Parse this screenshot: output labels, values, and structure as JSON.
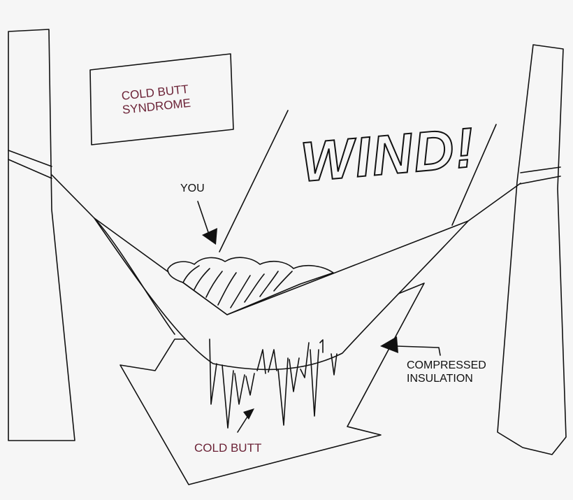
{
  "sign": {
    "line1": "COLD BUTT",
    "line2": "SYNDROME"
  },
  "wind": "WIND!",
  "labels": {
    "you": "YOU",
    "compressed_line1": "COMPRESSED",
    "compressed_line2": "INSULATION",
    "cold_butt": "COLD BUTT"
  },
  "colors": {
    "ink": "#111111",
    "accent": "#6b2236",
    "background": "#f6f6f6"
  }
}
